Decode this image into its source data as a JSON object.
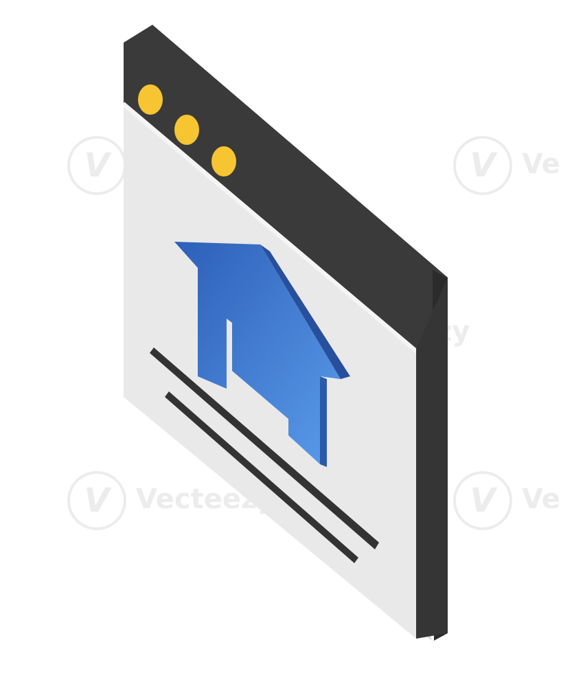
{
  "illustration": {
    "subject": "browser-window-home-icon",
    "colors": {
      "window_frame": "#3a3a3a",
      "window_frame_side": "#2b2b2b",
      "window_content": "#e9e9e9",
      "window_content_edge": "#f5f5f5",
      "dot": "#f7c531",
      "house_light": "#5a9bea",
      "house_dark": "#2d5fb8",
      "text_line": "#333333"
    },
    "window_dots": 3,
    "text_lines": 2
  },
  "watermark": {
    "text": "Vecteezy",
    "logo_glyph": "V"
  }
}
